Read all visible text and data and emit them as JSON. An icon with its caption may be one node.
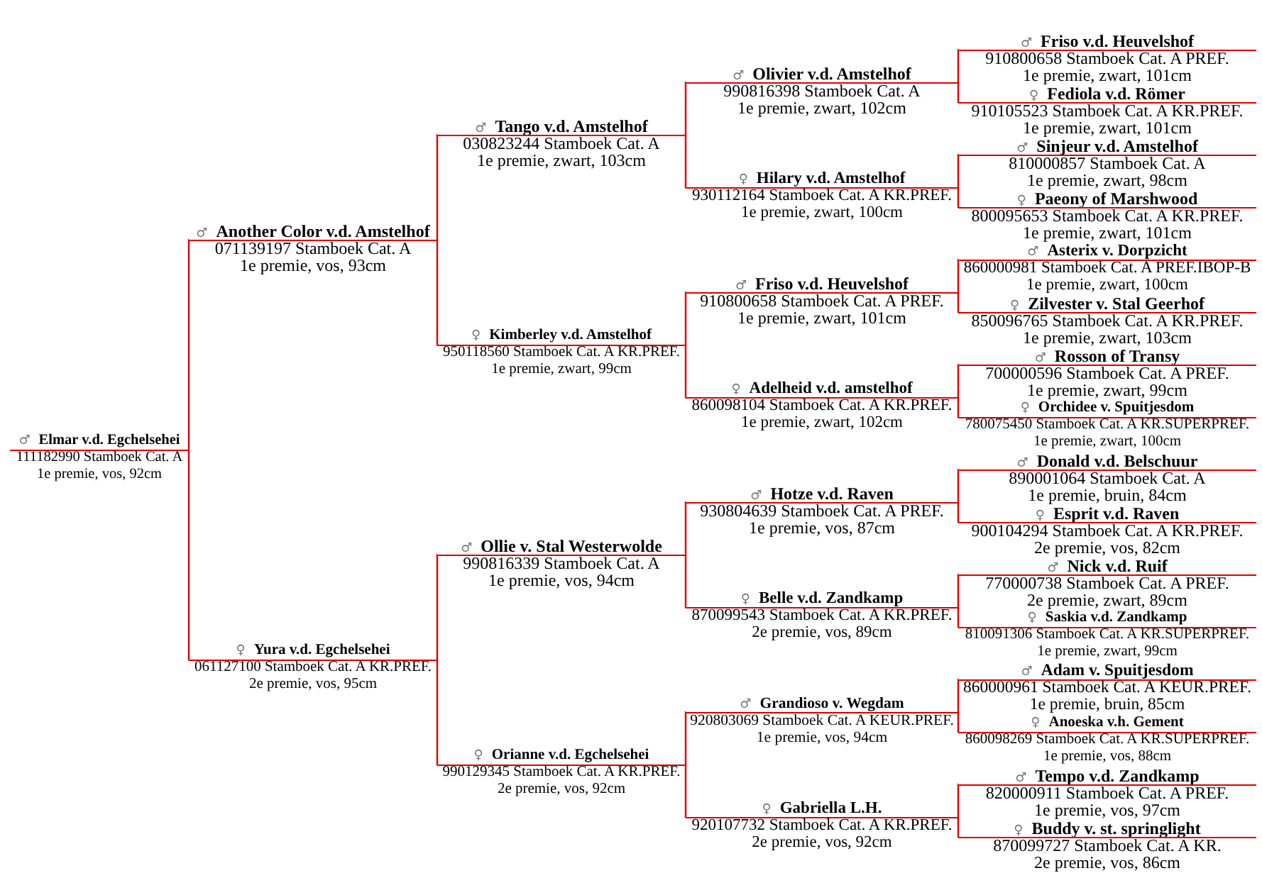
{
  "diagram": {
    "nodes": [
      {
        "text": [
          "♂",
          "Elmar v.d. Egchelsehei",
          "111182990 Stamboek Cat. A",
          "1e premie, vos, 92cm"
        ]
      },
      {
        "text": [
          "♂",
          "Another Color v.d. Amstelhof",
          "071139197 Stamboek Cat. A",
          "1e premie, vos, 93cm"
        ]
      },
      {
        "text": [
          "♀",
          "Yura v.d. Egchelsehei",
          "061127100 Stamboek Cat. A KR.PREF.",
          "2e premie, vos, 95cm"
        ]
      },
      {
        "text": [
          "♂",
          "Tango v.d. Amstelhof",
          "030823244 Stamboek Cat. A",
          "1e premie, zwart, 103cm"
        ]
      },
      {
        "text": [
          "♀",
          "Kimberley v.d. Amstelhof",
          "950118560 Stamboek Cat. A KR.PREF.",
          "1e premie, zwart, 99cm"
        ]
      },
      {
        "text": [
          "♂",
          "Ollie v. Stal Westerwolde",
          "990816339 Stamboek Cat. A",
          "1e premie, vos, 94cm"
        ]
      },
      {
        "text": [
          "♀",
          "Orianne v.d. Egchelsehei",
          "990129345 Stamboek Cat. A KR.PREF.",
          "2e premie, vos, 92cm"
        ]
      },
      {
        "text": [
          "♂",
          "Olivier v.d. Amstelhof",
          "990816398 Stamboek Cat. A",
          "1e premie, zwart, 102cm"
        ]
      },
      {
        "text": [
          "♀",
          "Hilary v.d. Amstelhof",
          "930112164 Stamboek Cat. A KR.PREF.",
          "1e premie, zwart, 100cm"
        ]
      },
      {
        "text": [
          "♂",
          "Friso v.d. Heuvelshof",
          "910800658 Stamboek Cat. A PREF.",
          "1e premie, zwart, 101cm"
        ]
      },
      {
        "text": [
          "♀",
          "Adelheid v.d. amstelhof",
          "860098104 Stamboek Cat. A KR.PREF.",
          "1e premie, zwart, 102cm"
        ]
      },
      {
        "text": [
          "♂",
          "Hotze v.d. Raven",
          "930804639 Stamboek Cat. A PREF.",
          "1e premie, vos, 87cm"
        ]
      },
      {
        "text": [
          "♀",
          "Belle v.d. Zandkamp",
          "870099543 Stamboek Cat. A KR.PREF.",
          "2e premie, vos, 89cm"
        ]
      },
      {
        "text": [
          "♂",
          "Grandioso v. Wegdam",
          "920803069 Stamboek Cat. A KEUR.PREF.",
          "1e premie, vos, 94cm"
        ]
      },
      {
        "text": [
          "♀",
          "Gabriella L.H.",
          "920107732 Stamboek Cat. A KR.PREF.",
          "2e premie, vos, 92cm"
        ]
      },
      {
        "text": [
          "♂",
          "Friso v.d. Heuvelshof",
          "910800658 Stamboek Cat. A PREF.",
          "1e premie, zwart, 101cm"
        ]
      },
      {
        "text": [
          "♀",
          "Fediola v.d. Römer",
          "910105523 Stamboek Cat. A KR.PREF.",
          "1e premie, zwart, 101cm"
        ]
      },
      {
        "text": [
          "♂",
          "Sinjeur v.d. Amstelhof",
          "810000857 Stamboek Cat. A",
          "1e premie, zwart, 98cm"
        ]
      },
      {
        "text": [
          "♀",
          "Paeony of Marshwood",
          "800095653 Stamboek Cat. A KR.PREF.",
          "1e premie, zwart, 101cm"
        ]
      },
      {
        "text": [
          "♂",
          "Asterix v. Dorpzicht",
          "860000981 Stamboek Cat. A PREF.IBOP-B",
          "1e premie, zwart, 100cm"
        ]
      },
      {
        "text": [
          "♀",
          "Zilvester v. Stal Geerhof",
          "850096765 Stamboek Cat. A KR.PREF.",
          "1e premie, zwart, 103cm"
        ]
      },
      {
        "text": [
          "♂",
          "Rosson of Transy",
          "700000596 Stamboek Cat. A PREF.",
          "1e premie, zwart, 99cm"
        ]
      },
      {
        "text": [
          "♀",
          "Orchidee v. Spuitjesdom",
          "780075450 Stamboek Cat. A KR.SUPERPREF.",
          "1e premie, zwart, 100cm"
        ]
      },
      {
        "text": [
          "♂",
          "Donald v.d. Belschuur",
          "890001064 Stamboek Cat. A",
          "1e premie, bruin, 84cm"
        ]
      },
      {
        "text": [
          "♀",
          "Esprit v.d. Raven",
          "900104294 Stamboek Cat. A KR.PREF.",
          "2e premie, vos, 82cm"
        ]
      },
      {
        "text": [
          "♂",
          "Nick v.d. Ruif",
          "770000738 Stamboek Cat. A PREF.",
          "2e premie, zwart, 89cm"
        ]
      },
      {
        "text": [
          "♀",
          "Saskia v.d. Zandkamp",
          "810091306 Stamboek Cat. A KR.SUPERPREF.",
          "1e premie, zwart, 99cm"
        ]
      },
      {
        "text": [
          "♂",
          "Adam v. Spuitjesdom",
          "860000961 Stamboek Cat. A KEUR.PREF.",
          "1e premie, bruin, 85cm"
        ]
      },
      {
        "text": [
          "♀",
          "Anoeska v.h. Gement",
          "860098269 Stamboek Cat. A KR.SUPERPREF.",
          "1e premie, vos, 88cm"
        ]
      },
      {
        "text": [
          "♂",
          "Tempo v.d. Zandkamp",
          "820000911 Stamboek Cat. A PREF.",
          "1e premie, vos, 97cm"
        ]
      },
      {
        "text": [
          "♀",
          "Buddy v. st. springlight",
          "870099727 Stamboek Cat. A KR.",
          "2e premie, vos, 86cm"
        ]
      }
    ],
    "edges": [
      {
        "from": 0,
        "to": 1,
        "arrow": "none"
      },
      {
        "from": 0,
        "to": 2,
        "arrow": "none"
      },
      {
        "from": 1,
        "to": 3,
        "arrow": "none"
      },
      {
        "from": 1,
        "to": 4,
        "arrow": "none"
      },
      {
        "from": 2,
        "to": 5,
        "arrow": "none"
      },
      {
        "from": 2,
        "to": 6,
        "arrow": "none"
      },
      {
        "from": 3,
        "to": 7,
        "arrow": "none"
      },
      {
        "from": 3,
        "to": 8,
        "arrow": "none"
      },
      {
        "from": 4,
        "to": 9,
        "arrow": "none"
      },
      {
        "from": 4,
        "to": 10,
        "arrow": "none"
      },
      {
        "from": 5,
        "to": 11,
        "arrow": "none"
      },
      {
        "from": 5,
        "to": 12,
        "arrow": "none"
      },
      {
        "from": 6,
        "to": 13,
        "arrow": "none"
      },
      {
        "from": 6,
        "to": 14,
        "arrow": "none"
      },
      {
        "from": 7,
        "to": 15,
        "arrow": "none"
      },
      {
        "from": 7,
        "to": 16,
        "arrow": "none"
      },
      {
        "from": 8,
        "to": 17,
        "arrow": "none"
      },
      {
        "from": 8,
        "to": 18,
        "arrow": "none"
      },
      {
        "from": 9,
        "to": 19,
        "arrow": "none"
      },
      {
        "from": 9,
        "to": 20,
        "arrow": "none"
      },
      {
        "from": 10,
        "to": 21,
        "arrow": "none"
      },
      {
        "from": 10,
        "to": 22,
        "arrow": "none"
      },
      {
        "from": 11,
        "to": 23,
        "arrow": "none"
      },
      {
        "from": 11,
        "to": 24,
        "arrow": "none"
      },
      {
        "from": 12,
        "to": 25,
        "arrow": "none"
      },
      {
        "from": 12,
        "to": 26,
        "arrow": "none"
      },
      {
        "from": 13,
        "to": 27,
        "arrow": "none"
      },
      {
        "from": 13,
        "to": 28,
        "arrow": "none"
      },
      {
        "from": 14,
        "to": 29,
        "arrow": "none"
      },
      {
        "from": 14,
        "to": 30,
        "arrow": "none"
      }
    ]
  }
}
